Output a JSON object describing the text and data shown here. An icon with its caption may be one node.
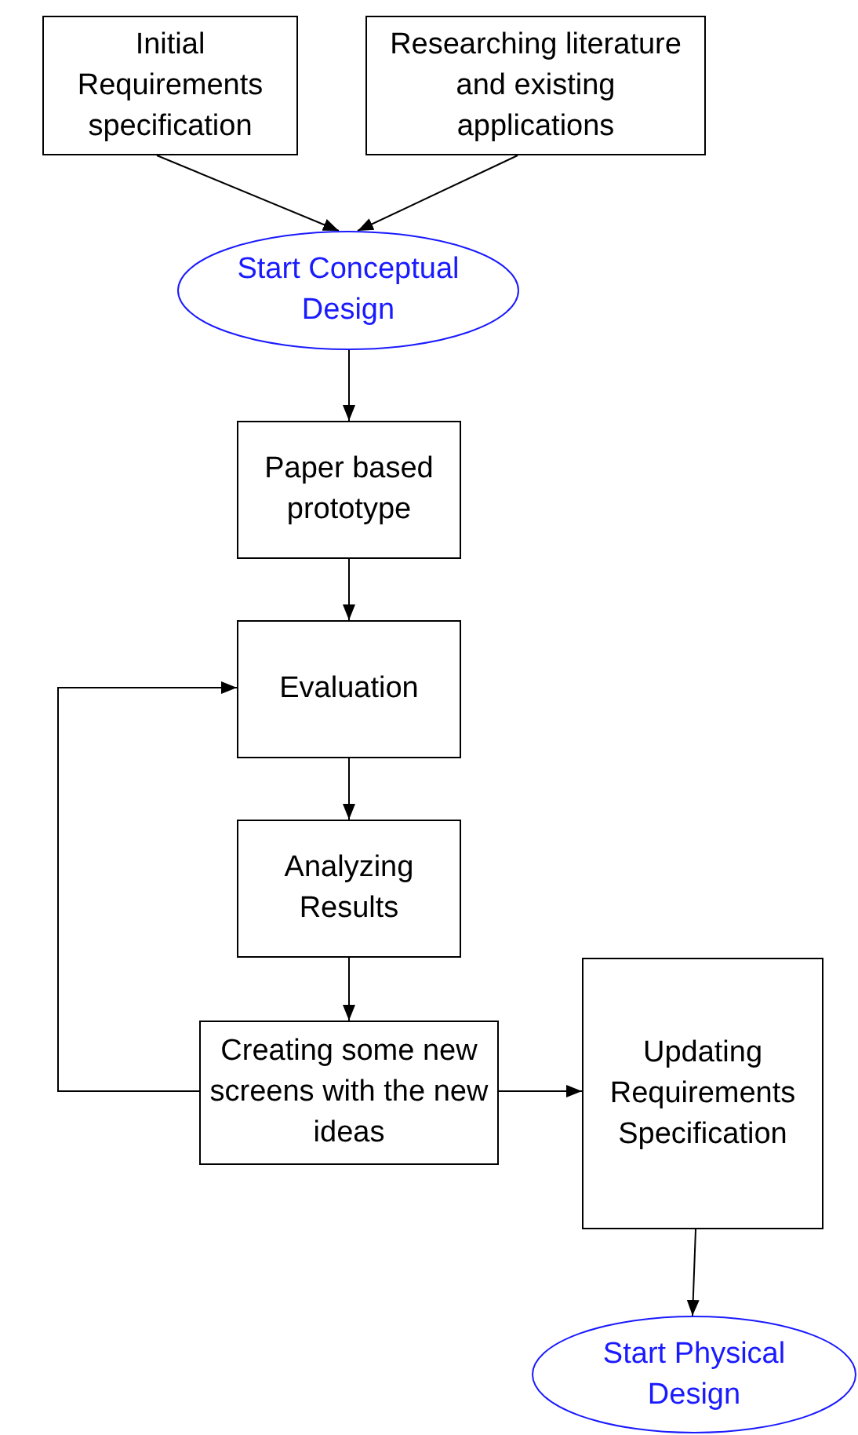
{
  "diagram": {
    "nodes": [
      {
        "text": [
          "Initial Requirements specification"
        ]
      },
      {
        "text": [
          "Researching literature and existing applications"
        ]
      },
      {
        "text": [
          "Start Conceptual Design"
        ]
      },
      {
        "text": [
          "Paper based prototype"
        ]
      },
      {
        "text": [
          "Evaluation"
        ]
      },
      {
        "text": [
          "Analyzing Results"
        ]
      },
      {
        "text": [
          "Creating some new screens with the new ideas"
        ]
      },
      {
        "text": [
          "Updating Requirements Specification"
        ]
      },
      {
        "text": [
          "Start Physical Design"
        ]
      }
    ],
    "edges": [
      {
        "from": 0,
        "to": 2,
        "arrow": "to"
      },
      {
        "from": 1,
        "to": 2,
        "arrow": "to"
      },
      {
        "from": 2,
        "to": 3,
        "arrow": "to"
      },
      {
        "from": 3,
        "to": 4,
        "arrow": "to"
      },
      {
        "from": 4,
        "to": 5,
        "arrow": "to"
      },
      {
        "from": 5,
        "to": 6,
        "arrow": "to"
      },
      {
        "from": 6,
        "to": 4,
        "arrow": "to"
      },
      {
        "from": 6,
        "to": 7,
        "arrow": "to"
      },
      {
        "from": 7,
        "to": 8,
        "arrow": "to"
      }
    ]
  }
}
